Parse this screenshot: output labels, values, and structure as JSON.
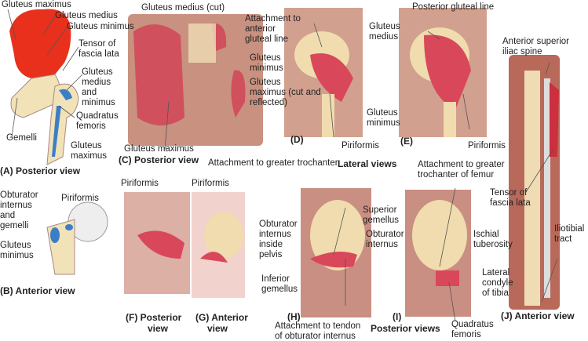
{
  "panels": {
    "A": {
      "caption": "(A) Posterior view",
      "labels": [
        "Gluteus maximus",
        "Gluteus medius",
        "Gluteus minimus",
        "Tensor of",
        "fascia lata",
        "Gluteus",
        "medius",
        "and",
        "minimus",
        "Quadratus",
        "femoris",
        "Gemelli",
        "Gluteus",
        "maximus"
      ]
    },
    "B": {
      "caption": "(B) Anterior view",
      "labels": [
        "Obturator",
        "internus",
        "and",
        "gemelli",
        "Piriformis",
        "Gluteus",
        "minimus"
      ]
    },
    "C": {
      "caption": "(C) Posterior view",
      "labels": [
        "Gluteus medius (cut)",
        "Gluteus",
        "minimus",
        "Gluteus",
        "maximus (cut and",
        "reflected)",
        "Gluteus maximus"
      ]
    },
    "D": {
      "caption": "(D)",
      "labels": [
        "Attachment to",
        "anterior",
        "gluteal line",
        "Piriformis",
        "Attachment to greater trochanter"
      ]
    },
    "E": {
      "caption": "(E)",
      "labels": [
        "Posterior gluteal line",
        "Gluteus",
        "medius",
        "Gluteus",
        "minimus",
        "Piriformis",
        "Attachment to greater",
        "trochanter of femur"
      ]
    },
    "lateral_caption": "Lateral views",
    "F": {
      "caption": "(F) Posterior",
      "caption2": "view",
      "labels": [
        "Piriformis"
      ]
    },
    "G": {
      "caption": "(G) Anterior",
      "caption2": "view",
      "labels": [
        "Piriformis"
      ]
    },
    "H": {
      "caption": "(H)",
      "labels": [
        "Obturator",
        "internus",
        "inside",
        "pelvis",
        "Superior",
        "gemellus",
        "Obturator",
        "internus",
        "Inferior",
        "gemellus",
        "Attachment to tendon",
        "of obturator internus"
      ]
    },
    "I": {
      "caption": "(I)",
      "labels": [
        "Ischial",
        "tuberosity",
        "Quadratus",
        "femoris"
      ]
    },
    "posterior_caption": "Posterior views",
    "J": {
      "caption": "(J) Anterior view",
      "labels": [
        "Anterior superior",
        "iliac spine",
        "Tensor of",
        "fascia lata",
        "Iliotibial",
        "tract",
        "Lateral",
        "condyle",
        "of tibia"
      ]
    }
  },
  "colors": {
    "muscle": "#d9443a",
    "muscle_red": "#e8301c",
    "bone": "#f2e2b8",
    "blue": "#3a7fc6",
    "skin": "#d6a192"
  }
}
